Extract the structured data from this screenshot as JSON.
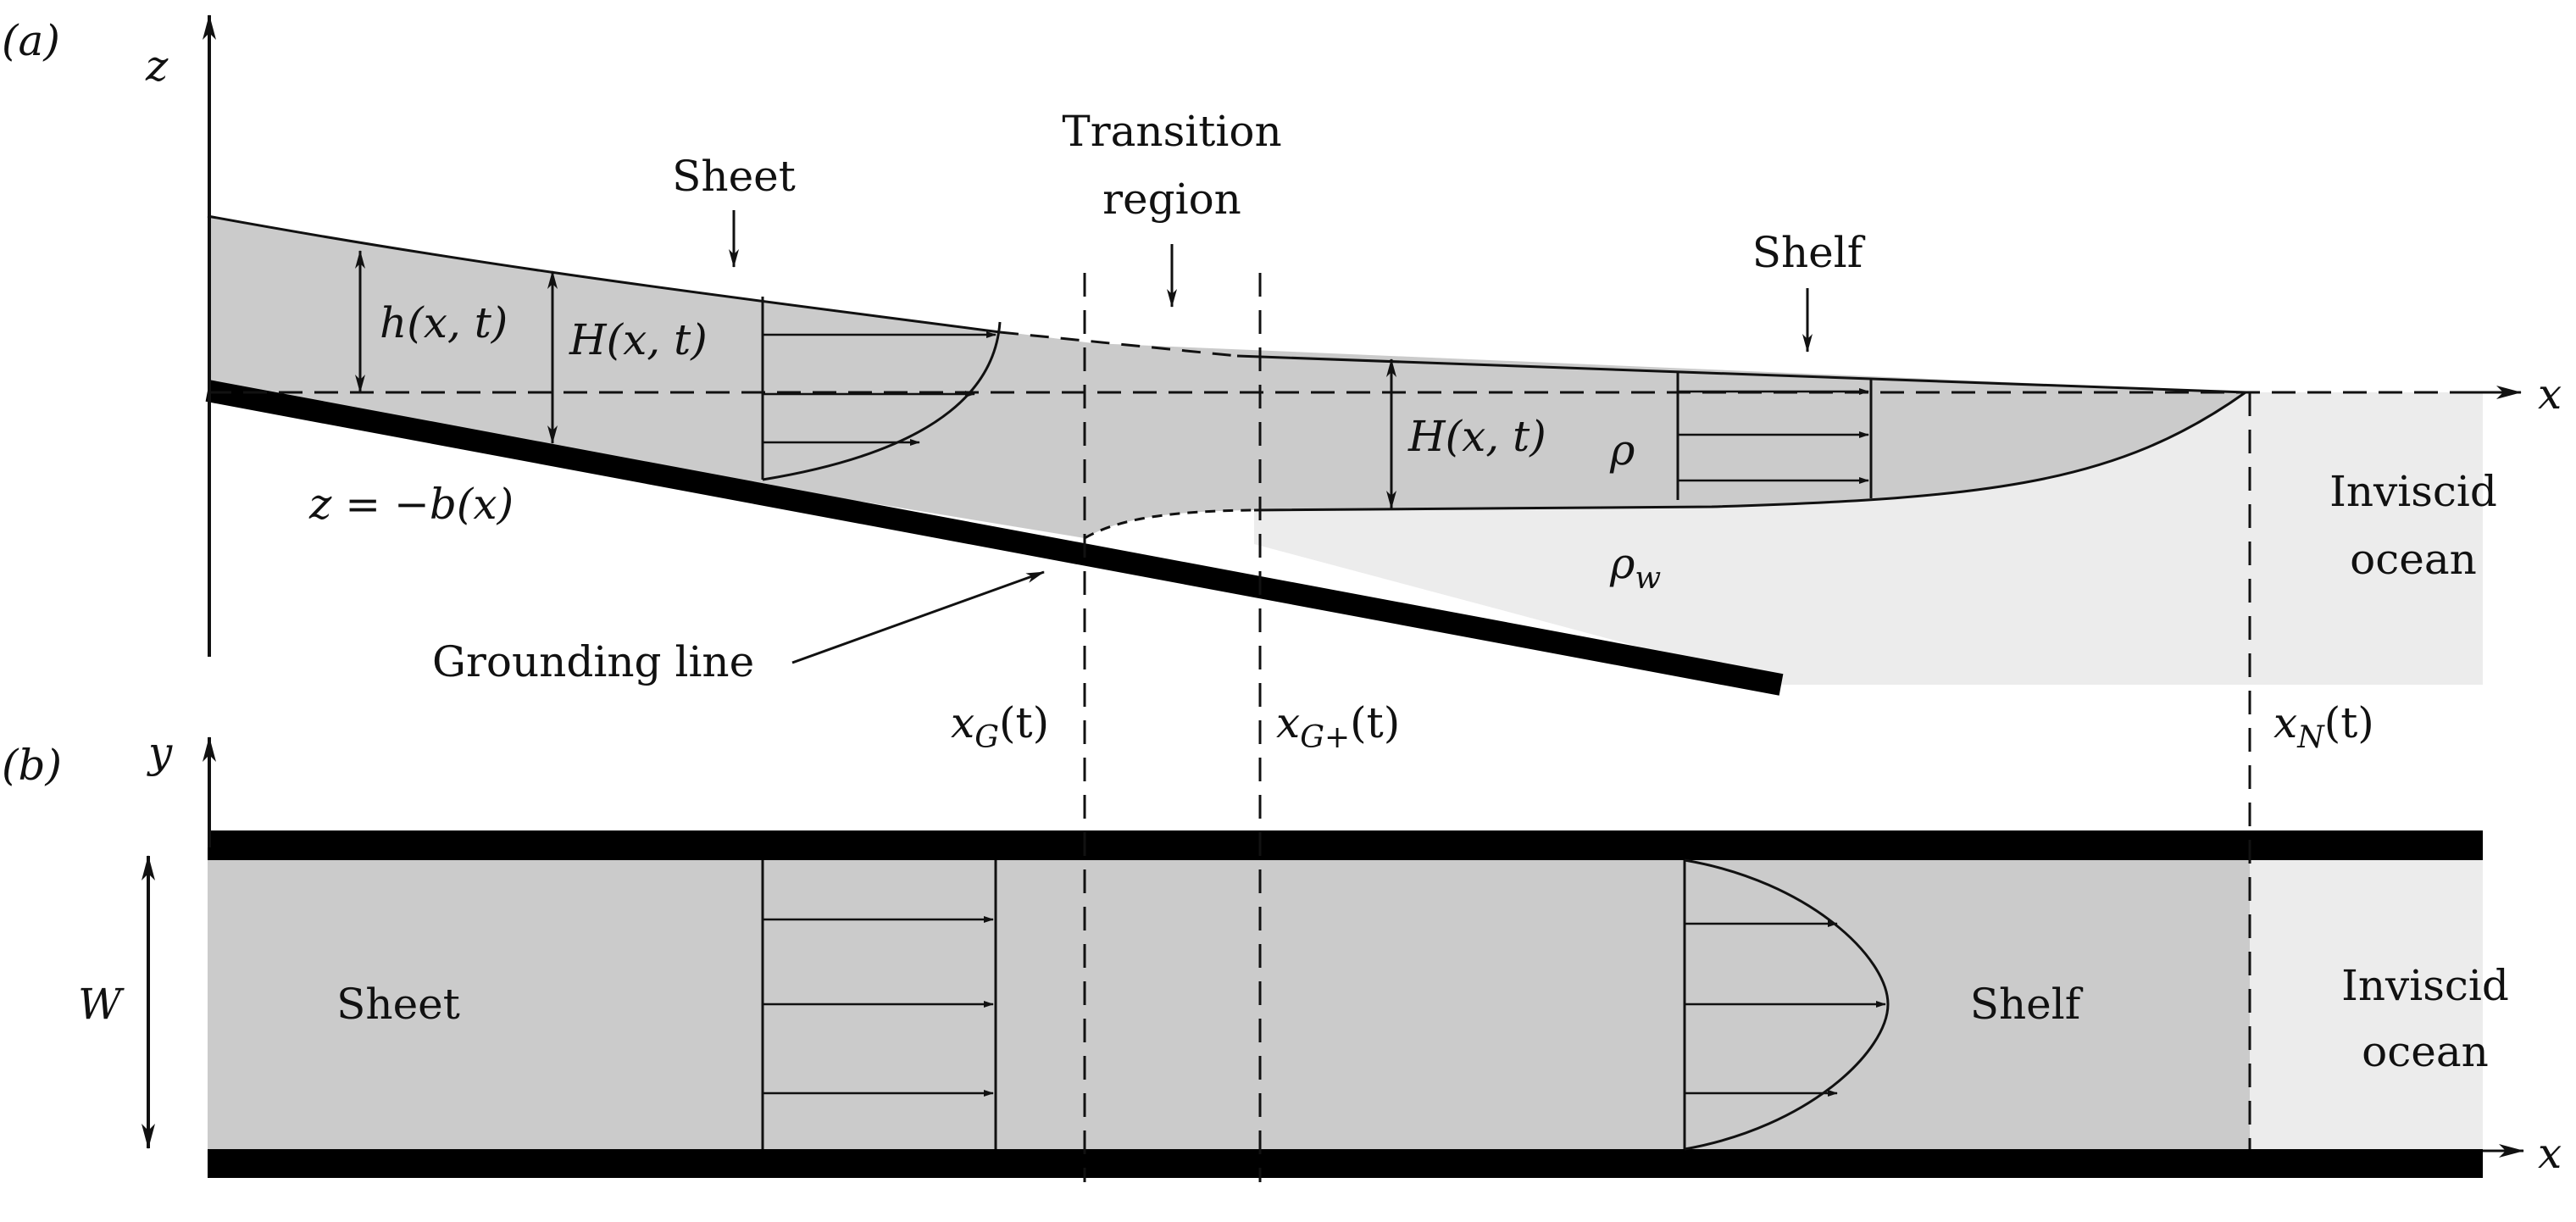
{
  "colors": {
    "ice": "#cbcbcb",
    "ocean": "#ececec",
    "line": "#111111",
    "bed": "#000000"
  },
  "panel_a": {
    "tag": "(a)",
    "axis_z": "z",
    "axis_x": "x",
    "label_sheet": "Sheet",
    "label_transition_1": "Transition",
    "label_transition_2": "region",
    "label_shelf": "Shelf",
    "label_h": "h(x, t)",
    "label_H_sheet": "H(x, t)",
    "label_H_shelf": "H(x, t)",
    "label_rho": "ρ",
    "label_rho_w": "ρ",
    "label_rho_w_sub": "w",
    "label_bed": "z = −b(x)",
    "label_grounding": "Grounding line",
    "label_ocean_1": "Inviscid",
    "label_ocean_2": "ocean",
    "label_xG": "x",
    "label_xG_sub": "G",
    "label_xG_arg": "(t)",
    "label_xGp": "x",
    "label_xGp_sub": "G+",
    "label_xGp_arg": "(t)",
    "label_xN": "x",
    "label_xN_sub": "N",
    "label_xN_arg": "(t)"
  },
  "panel_b": {
    "tag": "(b)",
    "axis_y": "y",
    "axis_x": "x",
    "label_W": "W",
    "label_sheet": "Sheet",
    "label_shelf": "Shelf",
    "label_ocean_1": "Inviscid",
    "label_ocean_2": "ocean"
  }
}
